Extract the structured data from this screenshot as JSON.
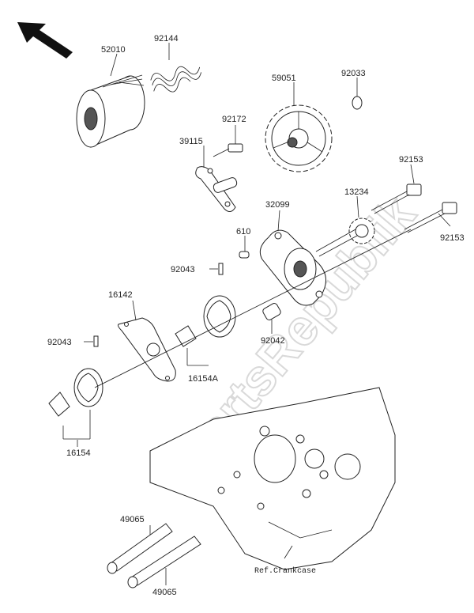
{
  "watermark": "PartsRepublik",
  "labels": {
    "p52010": "52010",
    "p92144": "92144",
    "p59051": "59051",
    "p92033": "92033",
    "p92172": "92172",
    "p39115": "39115",
    "p92153a": "92153",
    "p13234": "13234",
    "p32099": "32099",
    "p610": "610",
    "p92153b": "92153",
    "p92043a": "92043",
    "p16142": "16142",
    "p92042": "92042",
    "p92043b": "92043",
    "p16154A": "16154A",
    "p16154": "16154",
    "p49065a": "49065",
    "p49065b": "49065",
    "ref_crankcase": "Ref.Crankcase"
  }
}
